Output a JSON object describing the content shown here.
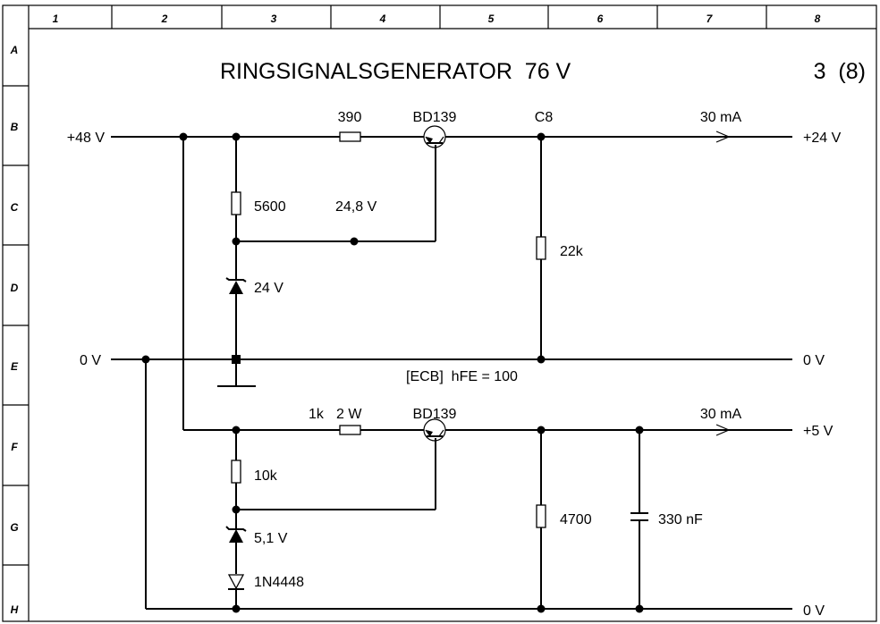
{
  "title": "RINGSIGNALSGENERATOR  76 V",
  "page": "3  (8)",
  "grid": {
    "columns": [
      "1",
      "2",
      "3",
      "4",
      "5",
      "6",
      "7",
      "8"
    ],
    "rows": [
      "A",
      "B",
      "C",
      "D",
      "E",
      "F",
      "G",
      "H"
    ]
  },
  "rails": {
    "in_48v": "+48 V",
    "out_24v": "+24 V",
    "gnd_left": "0 V",
    "gnd_right": "0 V",
    "out_5v": "+5 V",
    "gnd_bottom": "0 V"
  },
  "upper_stage": {
    "resistor_series": "390",
    "transistor": "BD139",
    "node_c8": "C8",
    "current": "30 mA",
    "resistor_bias": "5600",
    "bias_voltage": "24,8 V",
    "zener": "24 V",
    "resistor_load": "22k"
  },
  "note": "[ECB]  hFE = 100",
  "lower_stage": {
    "resistor_series_a": "1k",
    "resistor_series_b": "2 W",
    "transistor": "BD139",
    "current": "30 mA",
    "resistor_bias": "10k",
    "zener": "5,1 V",
    "diode": "1N4448",
    "resistor_load": "4700",
    "capacitor": "330 nF"
  }
}
